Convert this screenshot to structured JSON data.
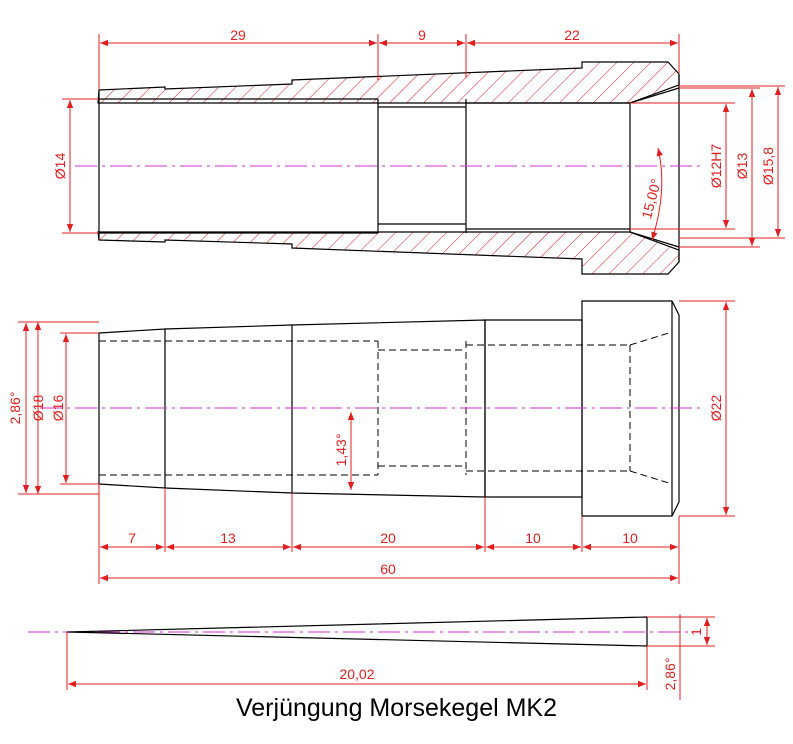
{
  "title": "Verjüngung Morsekegel MK2",
  "colors": {
    "outline": "#000000",
    "dimension": "#e02020",
    "centerline": "#cc33cc",
    "hatch": "#e02020"
  },
  "section_view": {
    "top_dims": {
      "d1": "29",
      "d2": "9",
      "d3": "22"
    },
    "left_dia": "Ø14",
    "right_dias": {
      "d1": "Ø12H7",
      "d2": "Ø13",
      "d3": "Ø15,8"
    },
    "angle": "15,00°"
  },
  "side_view": {
    "left_dims": {
      "angle": "2,86°",
      "d1": "Ø18",
      "d2": "Ø16"
    },
    "inner_angle": "1,43°",
    "right_dia": "Ø22",
    "bottom_dims": [
      "7",
      "13",
      "20",
      "10",
      "10"
    ],
    "overall": "60"
  },
  "taper_view": {
    "length": "20,02",
    "height": "1",
    "angle": "2,86°"
  }
}
